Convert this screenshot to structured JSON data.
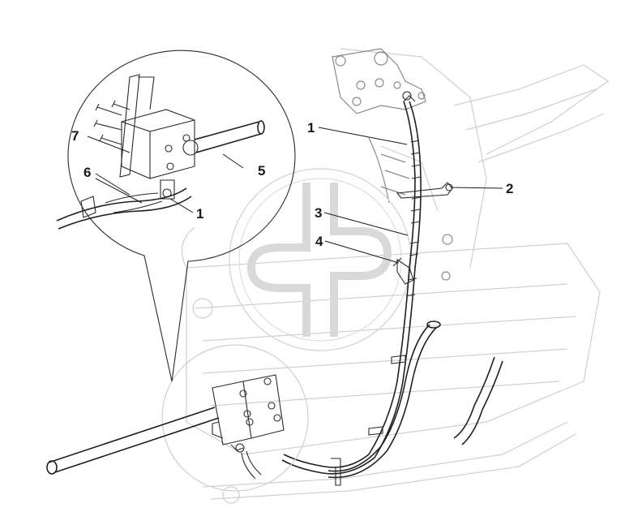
{
  "diagram": {
    "callouts": [
      {
        "id": "1",
        "label": "1"
      },
      {
        "id": "2",
        "label": "2"
      },
      {
        "id": "3",
        "label": "3"
      },
      {
        "id": "4",
        "label": "4"
      },
      {
        "id": "5",
        "label": "5"
      },
      {
        "id": "6",
        "label": "6"
      },
      {
        "id": "7",
        "label": "7"
      },
      {
        "id": "1-detail",
        "label": "1"
      }
    ],
    "colors": {
      "line": "#2b2b2b",
      "faint": "#cfcfcf",
      "watermark": "#d9d9d9",
      "background": "#ffffff"
    }
  }
}
